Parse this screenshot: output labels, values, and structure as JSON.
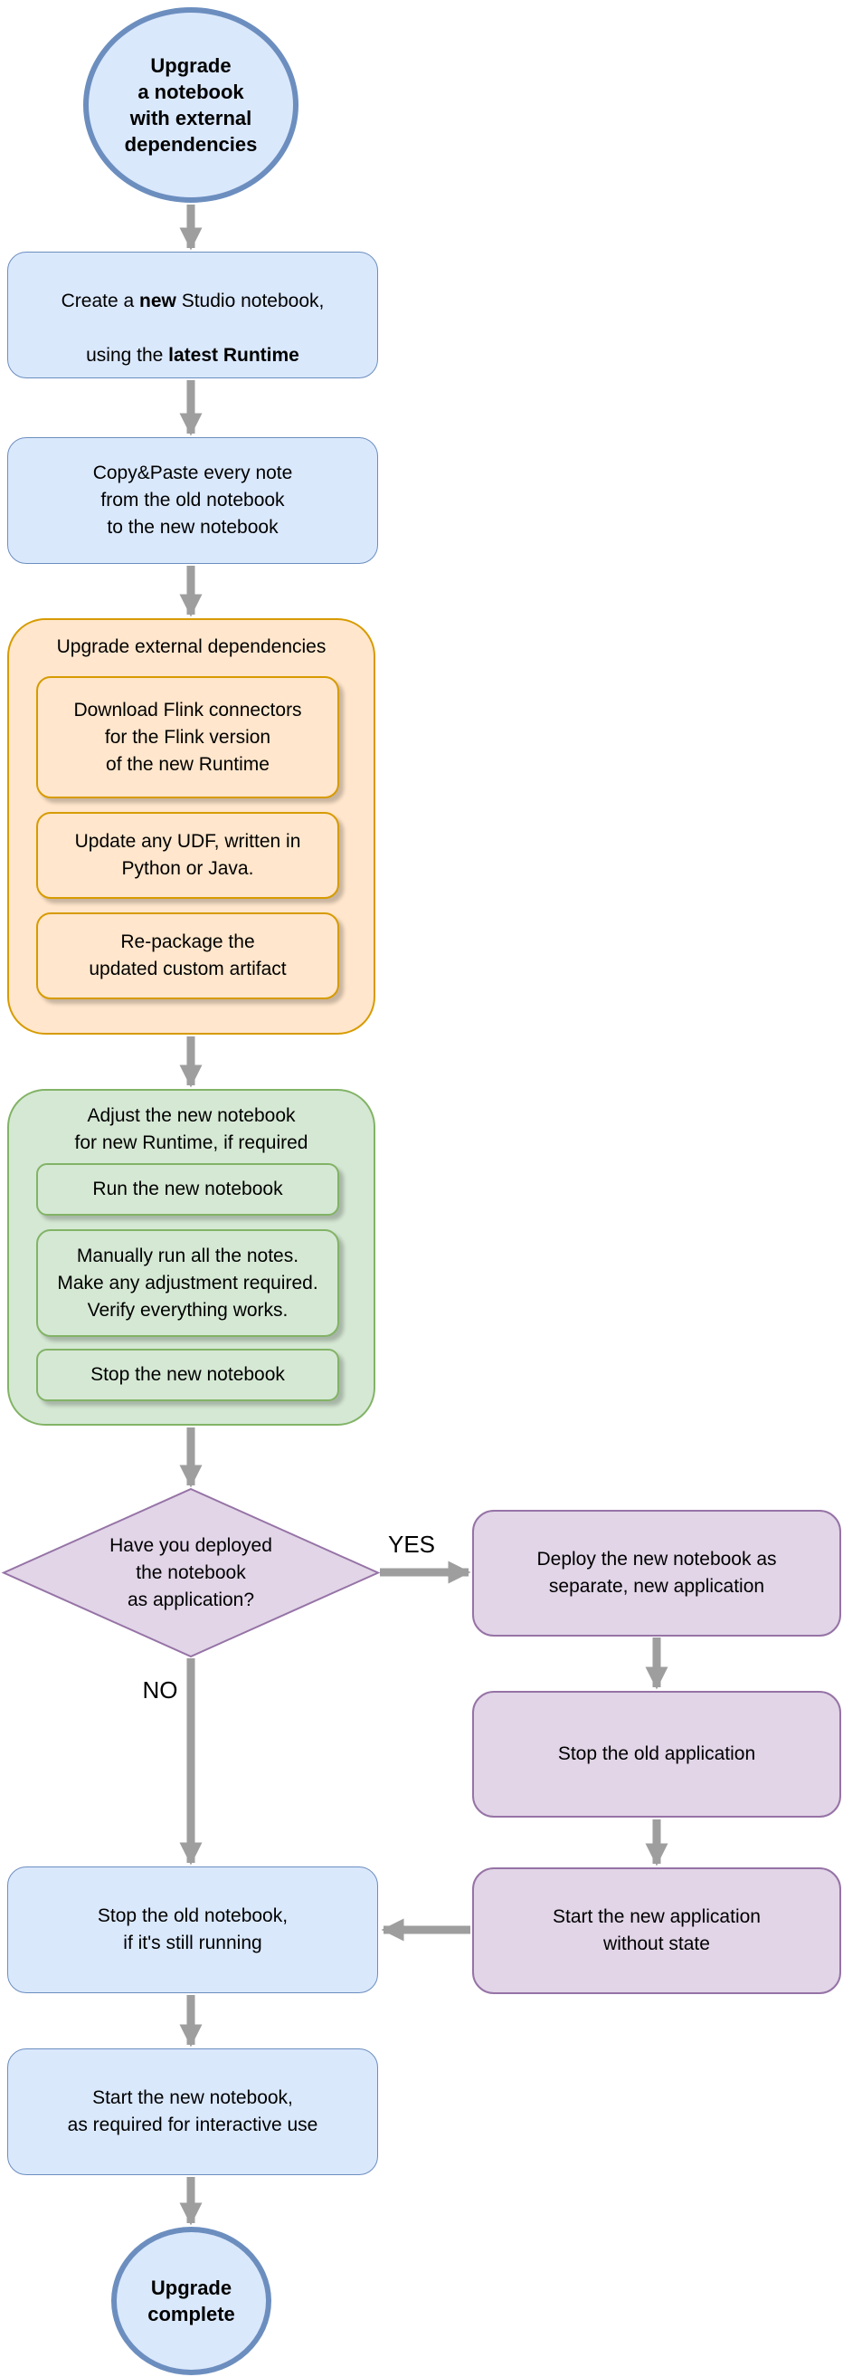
{
  "diagram": {
    "background_color": "#ffffff",
    "arrow_color": "#9e9e9e",
    "palette": {
      "blue_fill": "#dae8fc",
      "blue_stroke": "#6c8ebf",
      "orange_fill": "#ffe6cc",
      "orange_stroke": "#d79b00",
      "green_fill": "#d5e8d4",
      "green_stroke": "#82b366",
      "purple_fill": "#e1d5e7",
      "purple_stroke": "#9673a6"
    },
    "nodes": {
      "start_circle": {
        "label": "Upgrade\na notebook\nwith external\ndependencies"
      },
      "create_notebook": {
        "l1a": "Create a ",
        "l1b": "new",
        "l1c": " Studio notebook,",
        "l2a": "using the ",
        "l2b": "latest Runtime"
      },
      "copy_paste": {
        "label": "Copy&Paste every note\nfrom the old notebook\nto the new notebook"
      },
      "upgrade_deps_group": {
        "title": "Upgrade external dependencies",
        "download_connectors": "Download Flink connectors\nfor the Flink version\nof the new Runtime",
        "update_udf": "Update any UDF, written in\nPython or Java.",
        "repackage": "Re-package the\nupdated custom artifact"
      },
      "adjust_group": {
        "title": "Adjust the new notebook\nfor new Runtime, if required",
        "run_notebook": "Run the new notebook",
        "manual_run": "Manually run all the notes.\nMake any adjustment required.\nVerify everything works.",
        "stop_notebook": "Stop the new notebook"
      },
      "decision": {
        "label": "Have you deployed\nthe notebook\nas application?"
      },
      "deploy_app": {
        "label": "Deploy the new notebook as\nseparate, new application"
      },
      "stop_old_app": {
        "label": "Stop the old application"
      },
      "start_new_app": {
        "label": "Start the new application\nwithout state"
      },
      "stop_old_notebook": {
        "label": "Stop the old notebook,\nif it's still running"
      },
      "start_new_notebook": {
        "label": "Start the new notebook,\nas required for interactive use"
      },
      "end_circle": {
        "label": "Upgrade\ncomplete"
      }
    },
    "edge_labels": {
      "yes": "YES",
      "no": "NO"
    }
  }
}
